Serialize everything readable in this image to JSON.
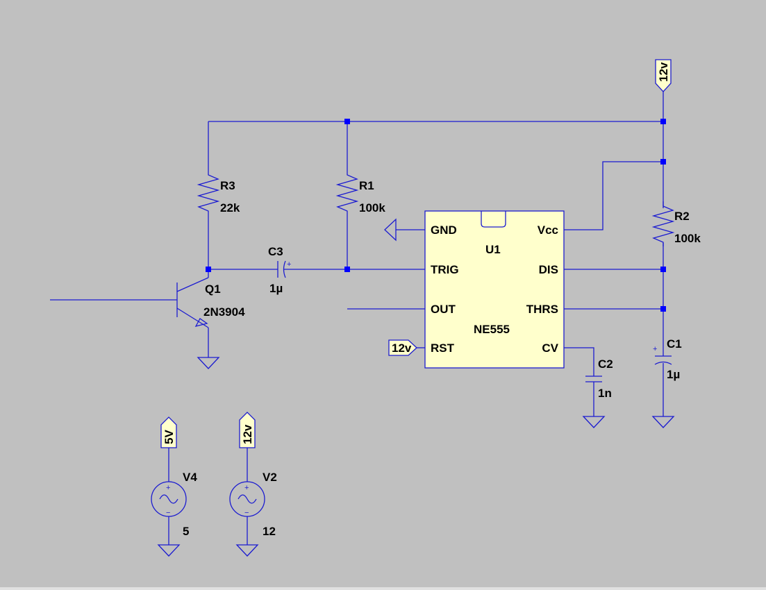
{
  "components": {
    "r1": {
      "ref": "R1",
      "value": "100k"
    },
    "r2": {
      "ref": "R2",
      "value": "100k"
    },
    "r3": {
      "ref": "R3",
      "value": "22k"
    },
    "c1": {
      "ref": "C1",
      "value": "1µ"
    },
    "c2": {
      "ref": "C2",
      "value": "1n"
    },
    "c3": {
      "ref": "C3",
      "value": "1µ"
    },
    "q1": {
      "ref": "Q1",
      "value": "2N3904"
    },
    "u1": {
      "ref": "U1",
      "value": "NE555",
      "pins": {
        "gnd": "GND",
        "trig": "TRIG",
        "out": "OUT",
        "rst": "RST",
        "vcc": "Vcc",
        "dis": "DIS",
        "thrs": "THRS",
        "cv": "CV"
      }
    },
    "v4": {
      "ref": "V4",
      "value": "5"
    },
    "v2": {
      "ref": "V2",
      "value": "12"
    }
  },
  "net_labels": {
    "top_supply": "12v",
    "rst_supply": "12v",
    "v4_node": "5V",
    "v2_node": "12v"
  },
  "source_polarity": {
    "plus": "+",
    "minus": "−"
  },
  "colors": {
    "background": "#c0c0c0",
    "wire": "#1b1bd0",
    "junction": "#0000ff",
    "ic_fill": "#ffffcc"
  }
}
